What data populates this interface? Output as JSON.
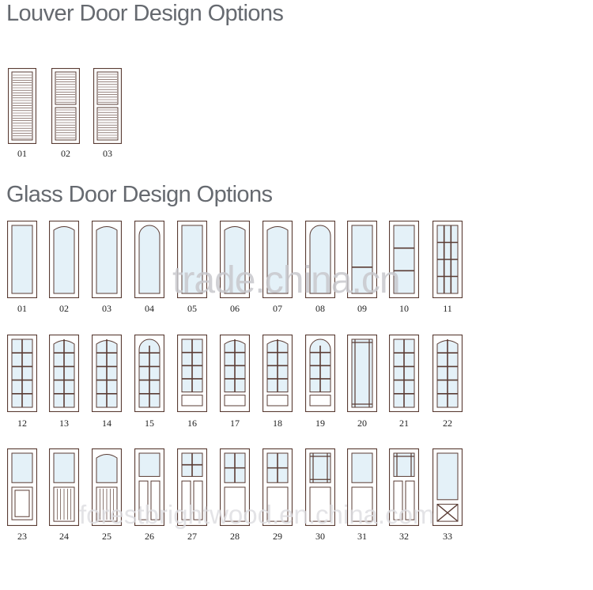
{
  "louver_section": {
    "title": "Louver Door Design Options",
    "doors": [
      {
        "label": "01",
        "style": "louver-full"
      },
      {
        "label": "02",
        "style": "louver-split"
      },
      {
        "label": "03",
        "style": "louver-split"
      }
    ]
  },
  "glass_section": {
    "title": "Glass Door Design Options",
    "rows": [
      [
        {
          "label": "01",
          "style": "full-flat"
        },
        {
          "label": "02",
          "style": "full-camber"
        },
        {
          "label": "03",
          "style": "full-camber"
        },
        {
          "label": "04",
          "style": "full-arch"
        },
        {
          "label": "05",
          "style": "full-flat"
        },
        {
          "label": "06",
          "style": "full-camber"
        },
        {
          "label": "07",
          "style": "full-camber"
        },
        {
          "label": "08",
          "style": "full-arch"
        },
        {
          "label": "09",
          "style": "two-lite"
        },
        {
          "label": "10",
          "style": "three-lite"
        },
        {
          "label": "11",
          "style": "grid-3x4"
        }
      ],
      [
        {
          "label": "12",
          "style": "grid-flat"
        },
        {
          "label": "13",
          "style": "grid-camber"
        },
        {
          "label": "14",
          "style": "grid-camber"
        },
        {
          "label": "15",
          "style": "grid-arch"
        },
        {
          "label": "16",
          "style": "grid-flat-panel"
        },
        {
          "label": "17",
          "style": "grid-camber-panel"
        },
        {
          "label": "18",
          "style": "grid-camber-panel"
        },
        {
          "label": "19",
          "style": "grid-arch-panel"
        },
        {
          "label": "20",
          "style": "prairie"
        },
        {
          "label": "21",
          "style": "grid-flat"
        },
        {
          "label": "22",
          "style": "grid-camber"
        }
      ],
      [
        {
          "label": "23",
          "style": "half-glass-panel"
        },
        {
          "label": "24",
          "style": "half-glass-beadboard"
        },
        {
          "label": "25",
          "style": "half-camber-beadboard"
        },
        {
          "label": "26",
          "style": "glass-two-panels"
        },
        {
          "label": "27",
          "style": "grid4-two-panels"
        },
        {
          "label": "28",
          "style": "grid6-panel"
        },
        {
          "label": "29",
          "style": "grid6-panel"
        },
        {
          "label": "30",
          "style": "prairie-panel"
        },
        {
          "label": "31",
          "style": "glass-panel"
        },
        {
          "label": "32",
          "style": "prairie-two-panels"
        },
        {
          "label": "33",
          "style": "glass-xbrace"
        }
      ]
    ]
  },
  "watermarks": [
    "trade.china.cn",
    "forestbrightwood.en.china.com"
  ],
  "colors": {
    "frame": "#5a3c34",
    "glass": "#e4f1f8",
    "heading": "#666a70"
  }
}
